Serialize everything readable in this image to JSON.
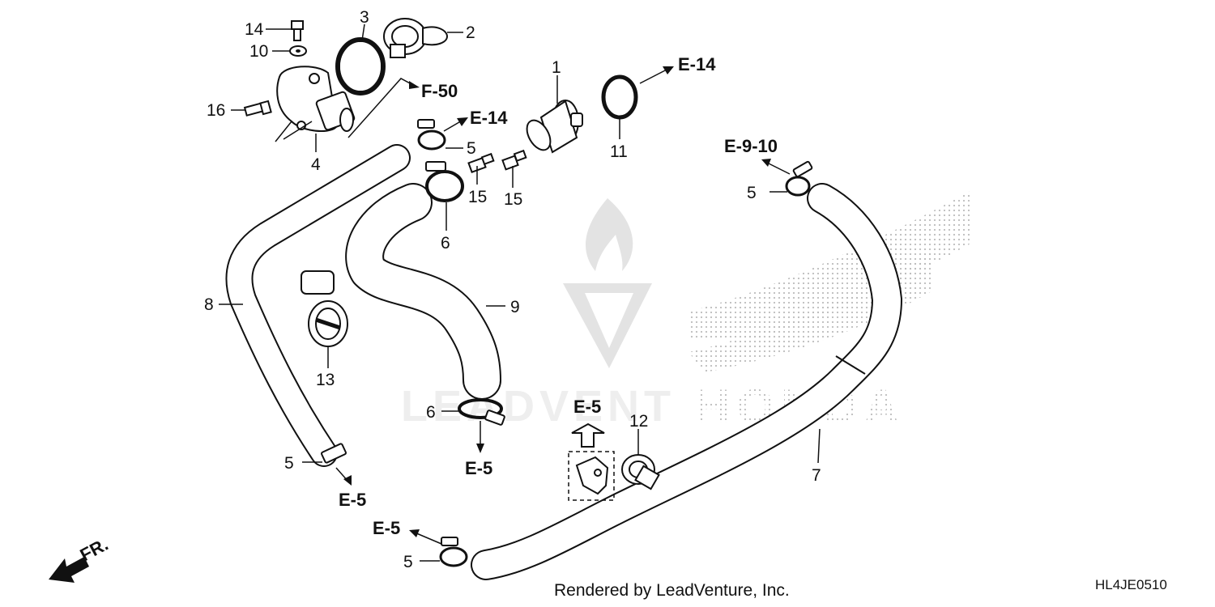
{
  "callouts": {
    "p1": "1",
    "p2": "2",
    "p3": "3",
    "p4": "4",
    "p5_a": "5",
    "p5_b": "5",
    "p5_c": "5",
    "p5_d": "5",
    "p6_a": "6",
    "p6_b": "6",
    "p7": "7",
    "p8": "8",
    "p9": "9",
    "p10": "10",
    "p11": "11",
    "p12": "12",
    "p13": "13",
    "p14": "14",
    "p15_a": "15",
    "p15_b": "15",
    "p16": "16"
  },
  "refs": {
    "f50": "F-50",
    "e14_a": "E-14",
    "e14_b": "E-14",
    "e910": "E-9-10",
    "e5_a": "E-5",
    "e5_b": "E-5",
    "e5_c": "E-5",
    "e5_d": "E-5"
  },
  "front_label": "FR.",
  "footer": {
    "rendered_by": "Rendered by LeadVenture, Inc.",
    "diagram_code": "HL4JE0510"
  },
  "watermark": {
    "left_text": "LEADVENT",
    "brand_text": "HONDA"
  },
  "colors": {
    "line": "#111111",
    "watermark": "#d9d9d9"
  }
}
